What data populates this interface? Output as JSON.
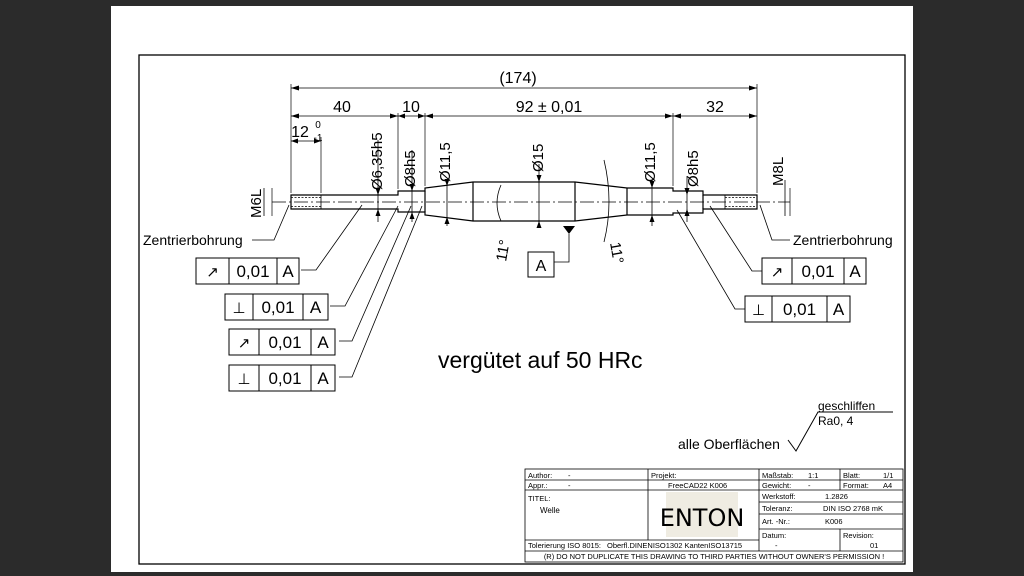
{
  "dims": {
    "overall": "(174)",
    "d40": "40",
    "d10": "10",
    "d92": "92 ± 0,01",
    "d32": "32",
    "d12": "12",
    "tol_up": "0",
    "tol_low": "-1",
    "dia635": "Ø6,35h5",
    "dia8_left": "Ø8h5",
    "dia115_left": "Ø11,5",
    "dia15": "Ø15",
    "dia115_right": "Ø11,5",
    "dia8_right": "Ø8h5",
    "m6l": "M6L",
    "m8l": "M8L",
    "angle_left": "11°",
    "angle_right": "11°"
  },
  "labels": {
    "center_left": "Zentrierbohrung",
    "center_right": "Zentrierbohrung",
    "datum": "A",
    "heat_treatment": "vergütet auf 50 HRc",
    "surface_all": "alle Oberflächen",
    "surface_process": "geschliffen",
    "surface_ra": "Ra0, 4"
  },
  "frames": [
    {
      "symbol": "↗",
      "value": "0,01",
      "datum": "A"
    },
    {
      "symbol": "⊥",
      "value": "0,01",
      "datum": "A"
    },
    {
      "symbol": "↗",
      "value": "0,01",
      "datum": "A"
    },
    {
      "symbol": "⊥",
      "value": "0,01",
      "datum": "A"
    },
    {
      "symbol": "↗",
      "value": "0,01",
      "datum": "A"
    },
    {
      "symbol": "⊥",
      "value": "0,01",
      "datum": "A"
    }
  ],
  "title_block": {
    "author_label": "Author:",
    "author_value": "-",
    "appr_label": "Appr.:",
    "appr_value": "-",
    "project_label": "Projekt:",
    "project_value": "FreeCAD22 K006",
    "scale_label": "Maßstab:",
    "scale_value": "1:1",
    "sheet_label": "Blatt:",
    "sheet_value": "1/1",
    "weight_label": "Gewicht:",
    "weight_value": "-",
    "format_label": "Format:",
    "format_value": "A4",
    "title_label": "TITEL:",
    "title_value": "Welle",
    "material_label": "Werkstoff:",
    "material_value": "1.2826",
    "tolerance_label": "Toleranz:",
    "tolerance_value": "DIN ISO 2768 mK",
    "artnr_label": "Art. -Nr.:",
    "artnr_value": "K006",
    "date_label": "Datum:",
    "date_value": "",
    "revision_label": "Revision:",
    "revision_value": "01",
    "footer_tol": "Tolerierung ISO 8015:",
    "footer_surf": "Oberfl.DINENISO1302 KantenISO13715",
    "footer_dash": "-",
    "copyright": "(R) DO NOT DUPLICATE THIS DRAWING TO THIRD PARTIES WITHOUT OWNER'S PERMISSION !",
    "logo_text": "ENTON"
  },
  "colors": {
    "background": "#2b2b2b",
    "sheet": "#ffffff",
    "line": "#000000",
    "logo_bg": "#efece2"
  }
}
